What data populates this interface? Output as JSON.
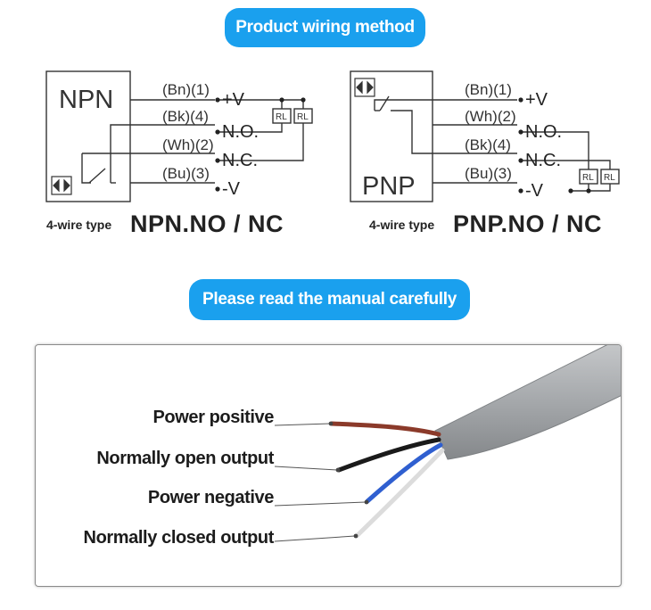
{
  "header": {
    "title": "Product wiring method"
  },
  "npn": {
    "box_label": "NPN",
    "wires": [
      {
        "code": "(Bn)(1)",
        "terminal": "+V"
      },
      {
        "code": "(Bk)(4)",
        "terminal": "N.O."
      },
      {
        "code": "(Wh)(2)",
        "terminal": "N.C."
      },
      {
        "code": "(Bu)(3)",
        "terminal": "-V"
      }
    ],
    "relay_label": "RL",
    "caption_small": "4-wire type",
    "caption_big": "NPN.NO / NC"
  },
  "pnp": {
    "box_label": "PNP",
    "wires": [
      {
        "code": "(Bn)(1)",
        "terminal": "+V"
      },
      {
        "code": "(Wh)(2)",
        "terminal": "N.O."
      },
      {
        "code": "(Bk)(4)",
        "terminal": "N.C."
      },
      {
        "code": "(Bu)(3)",
        "terminal": "-V"
      }
    ],
    "relay_label": "RL",
    "caption_small": "4-wire type",
    "caption_big": "PNP.NO / NC"
  },
  "notice": {
    "text": "Please read the manual carefully"
  },
  "cable": {
    "labels": [
      {
        "text": "Power positive",
        "wire_color": "#8b3a2a"
      },
      {
        "text": "Normally open output",
        "wire_color": "#1a1a1a"
      },
      {
        "text": "Power negative",
        "wire_color": "#2f5fd0"
      },
      {
        "text": "Normally closed output",
        "wire_color": "#d8d8d8"
      }
    ],
    "sheath_color": "#a7aaad"
  }
}
